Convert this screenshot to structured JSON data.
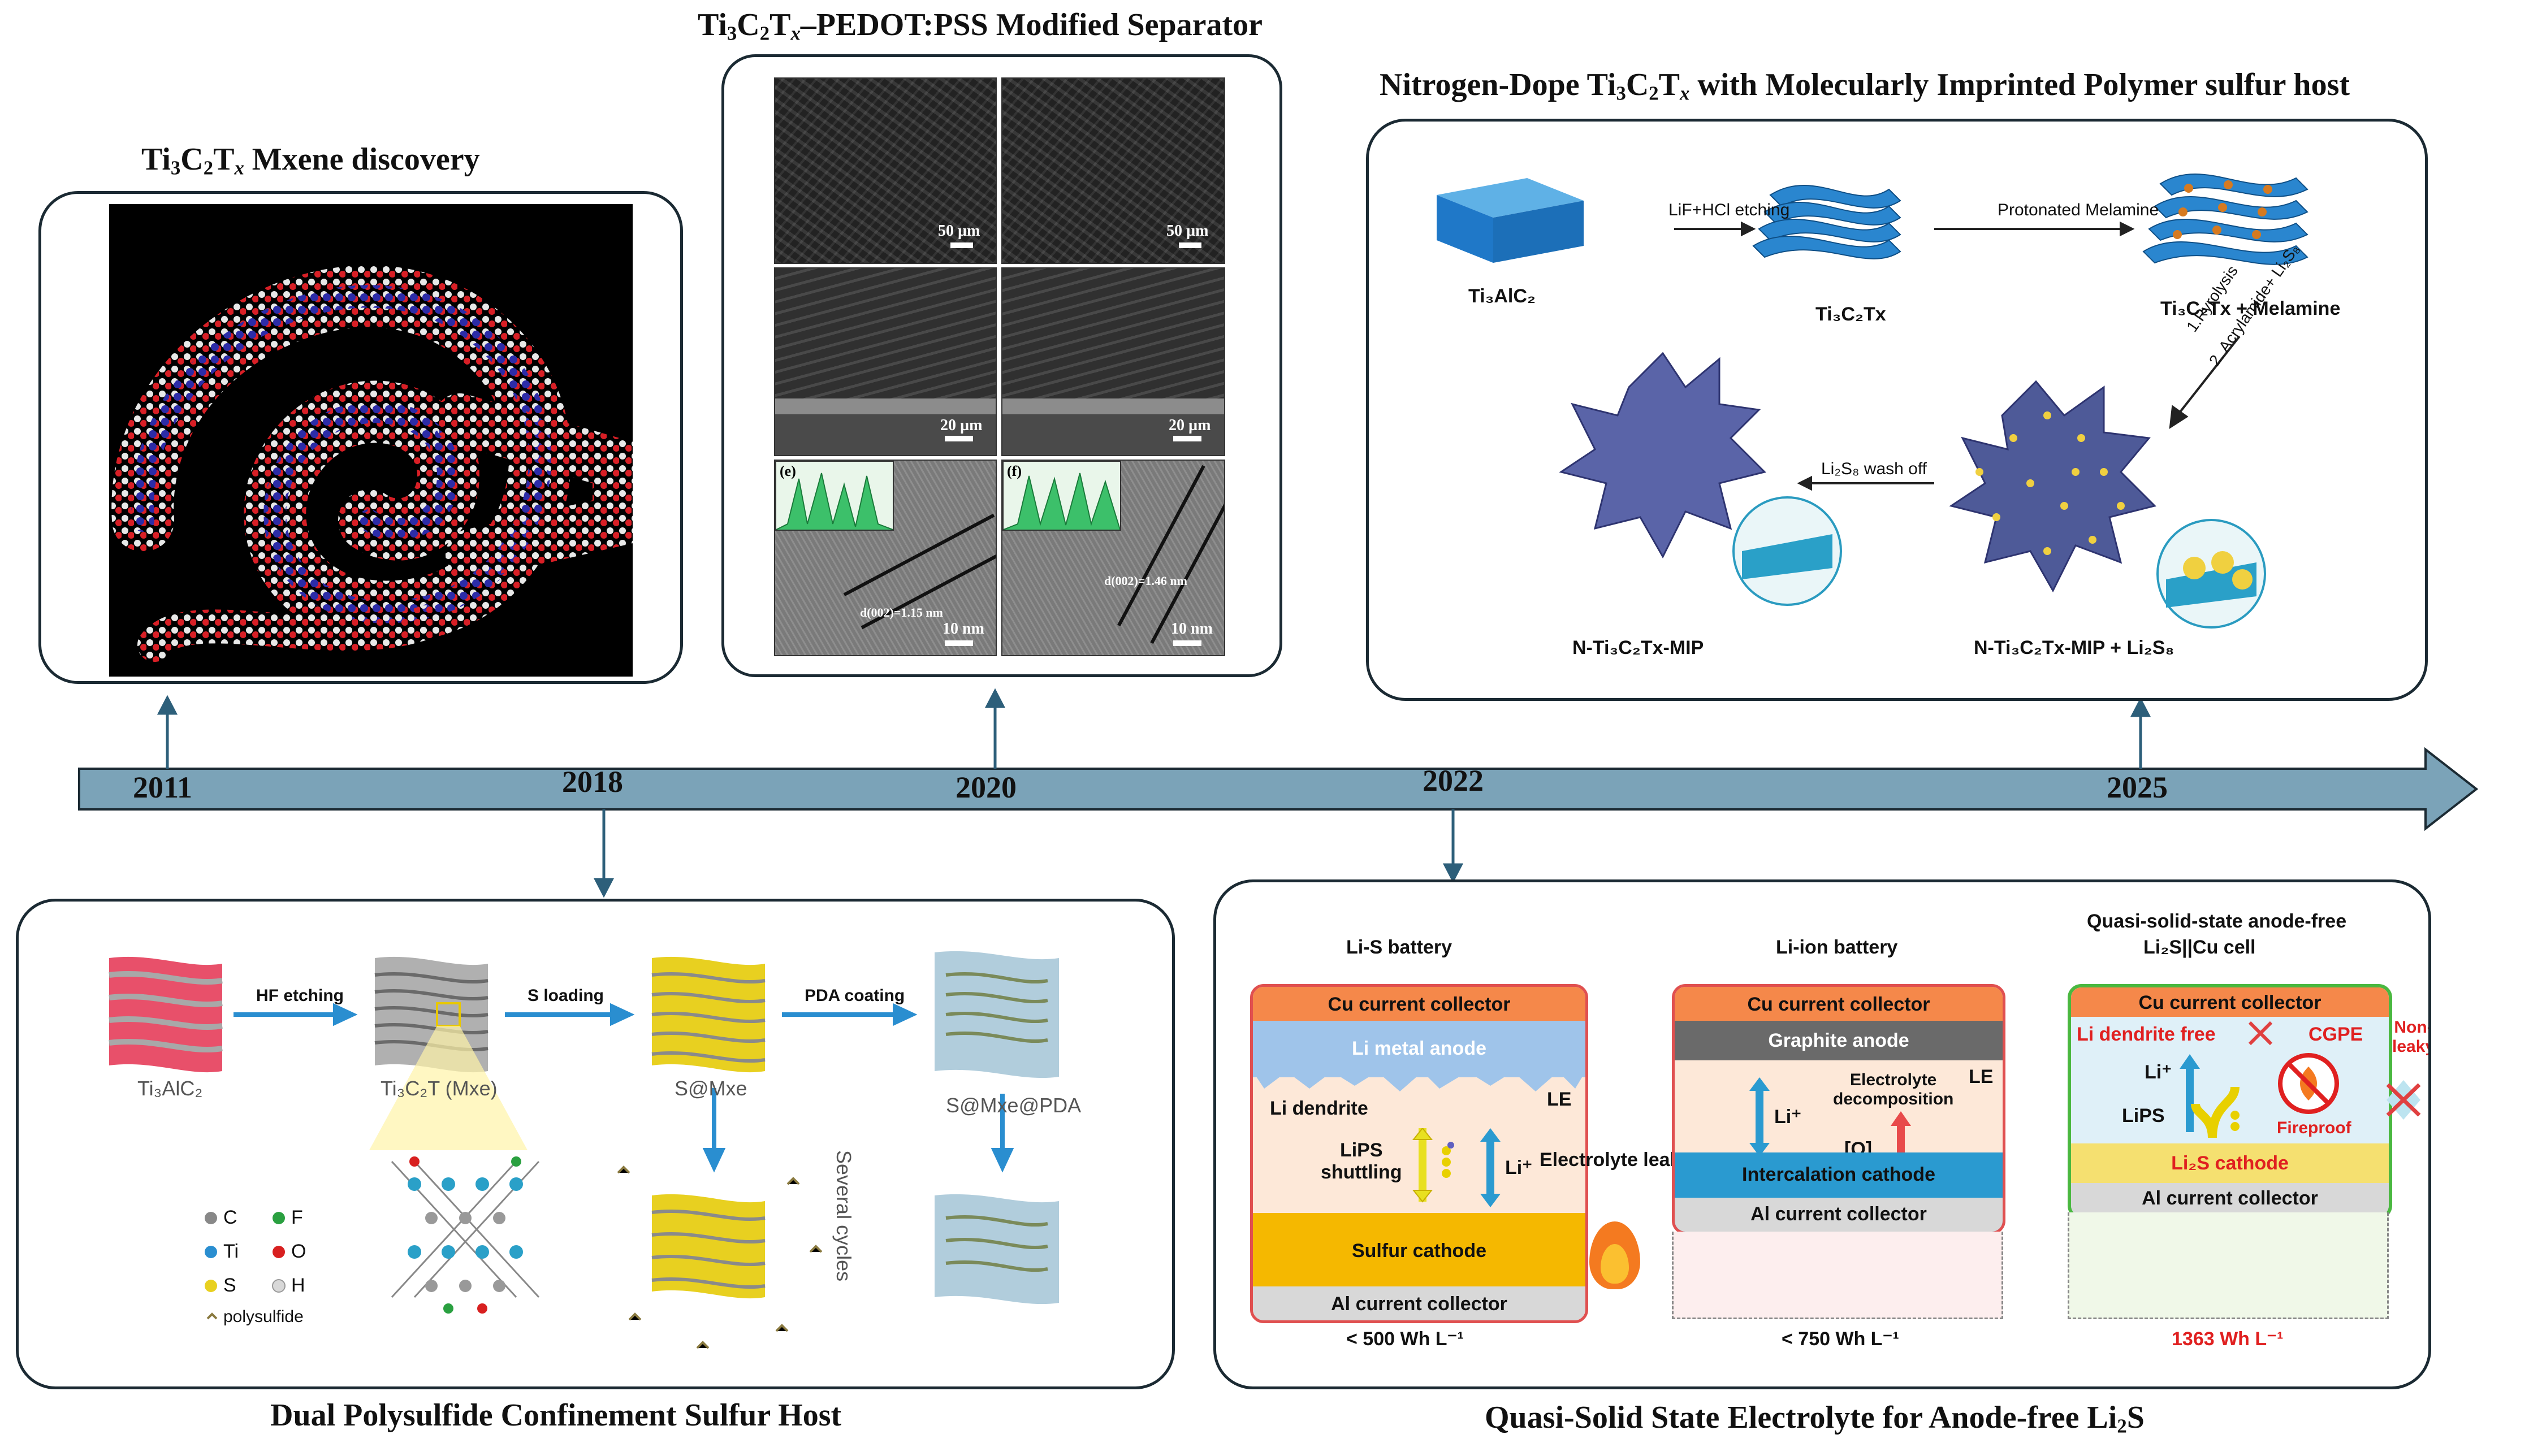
{
  "timeline": {
    "years": [
      "2011",
      "2018",
      "2020",
      "2022",
      "2025"
    ],
    "colors": {
      "arrow_fill": "#7ba3b8",
      "arrow_stroke": "#1b2a33"
    }
  },
  "panels": {
    "mxene": {
      "title_pre": "Ti",
      "title_s1": "3",
      "title_m1": "C",
      "title_s2": "2",
      "title_m2": "T",
      "title_s3": "x",
      "title_post": " Mxene discovery"
    },
    "pedot": {
      "title_pre": "Ti",
      "title_s1": "3",
      "title_m1": "C",
      "title_s2": "2",
      "title_m2": "T",
      "title_s3": "x",
      "title_post": "–PEDOT:PSS Modified Separator",
      "scale_50a": "50 µm",
      "scale_50b": "50 µm",
      "scale_20a": "20 µm",
      "scale_20b": "20 µm",
      "scale_10a": "10 nm",
      "scale_10b": "10 nm",
      "label_e": "(e)",
      "label_f": "(f)",
      "d_e": "d(002)=1.15 nm",
      "d_f": "d(002)=1.46 nm"
    },
    "ndope": {
      "title_pre": "Nitrogen-Dope Ti",
      "title_s1": "3",
      "title_m1": "C",
      "title_s2": "2",
      "title_m2": "T",
      "title_s3": "x",
      "title_post": "  with Molecularly Imprinted Polymer sulfur host",
      "step1": "LiF+HCl etching",
      "step2": "Protonated Melamine",
      "step3a": "1.Pyrolysis",
      "step3b": "2. Acrylamide+ Li₂S₈",
      "step4": "Li₂S₈ wash off",
      "m1": "Ti₃AlC₂",
      "m2": "Ti₃C₂Tx",
      "m3": "Ti₃C₂Tx + Melamine",
      "m4": "N-Ti₃C₂Tx-MIP + Li₂S₈",
      "m5": "N-Ti₃C₂Tx-MIP"
    },
    "dual": {
      "title": "Dual Polysulfide Confinement Sulfur Host",
      "s1": "HF etching",
      "s2": "S loading",
      "s3": "PDA coating",
      "m1": "Ti₃AlC₂",
      "m2": "Ti₃C₂T (Mxe)",
      "m3": "S@Mxe",
      "m4": "S@Mxe@PDA",
      "cycles": "Several cycles",
      "legend": {
        "c": "C",
        "f": "F",
        "ti": "Ti",
        "o": "O",
        "s": "S",
        "h": "H",
        "ps": "polysulfide"
      }
    },
    "quasi": {
      "title_pre": "Quasi-Solid State Electrolyte for Anode-free Li",
      "title_s1": "2",
      "title_post": "S",
      "lis": {
        "head": "Li-S battery",
        "cu": "Cu current collector",
        "anode": "Li metal anode",
        "dendrite": "Li dendrite",
        "le": "LE",
        "lips": "LiPS\nshuttling",
        "li": "Li⁺",
        "cathode": "Sulfur cathode",
        "al": "Al current collector",
        "energy": "< 500 Wh L⁻¹"
      },
      "leak": "Electrolyte leaking",
      "liion": {
        "head": "Li-ion battery",
        "cu": "Cu current collector",
        "anode": "Graphite anode",
        "le": "LE",
        "decomp": "Electrolyte\ndecomposition",
        "li": "Li⁺",
        "o": "[O]",
        "cathode": "Intercalation cathode",
        "al": "Al current collector",
        "energy": "< 750 Wh L⁻¹"
      },
      "af": {
        "head1": "Quasi-solid-state anode-free",
        "head2": "Li₂S||Cu cell",
        "cu": "Cu current collector",
        "dendrite_free": "Li dendrite free",
        "cgpe": "CGPE",
        "nonleaky": "Non-\nleaky",
        "li": "Li⁺",
        "lips": "LiPS",
        "fireproof": "Fireproof",
        "cathode": "Li₂S cathode",
        "al": "Al current collector",
        "energy": "1363 Wh L⁻¹"
      }
    }
  }
}
